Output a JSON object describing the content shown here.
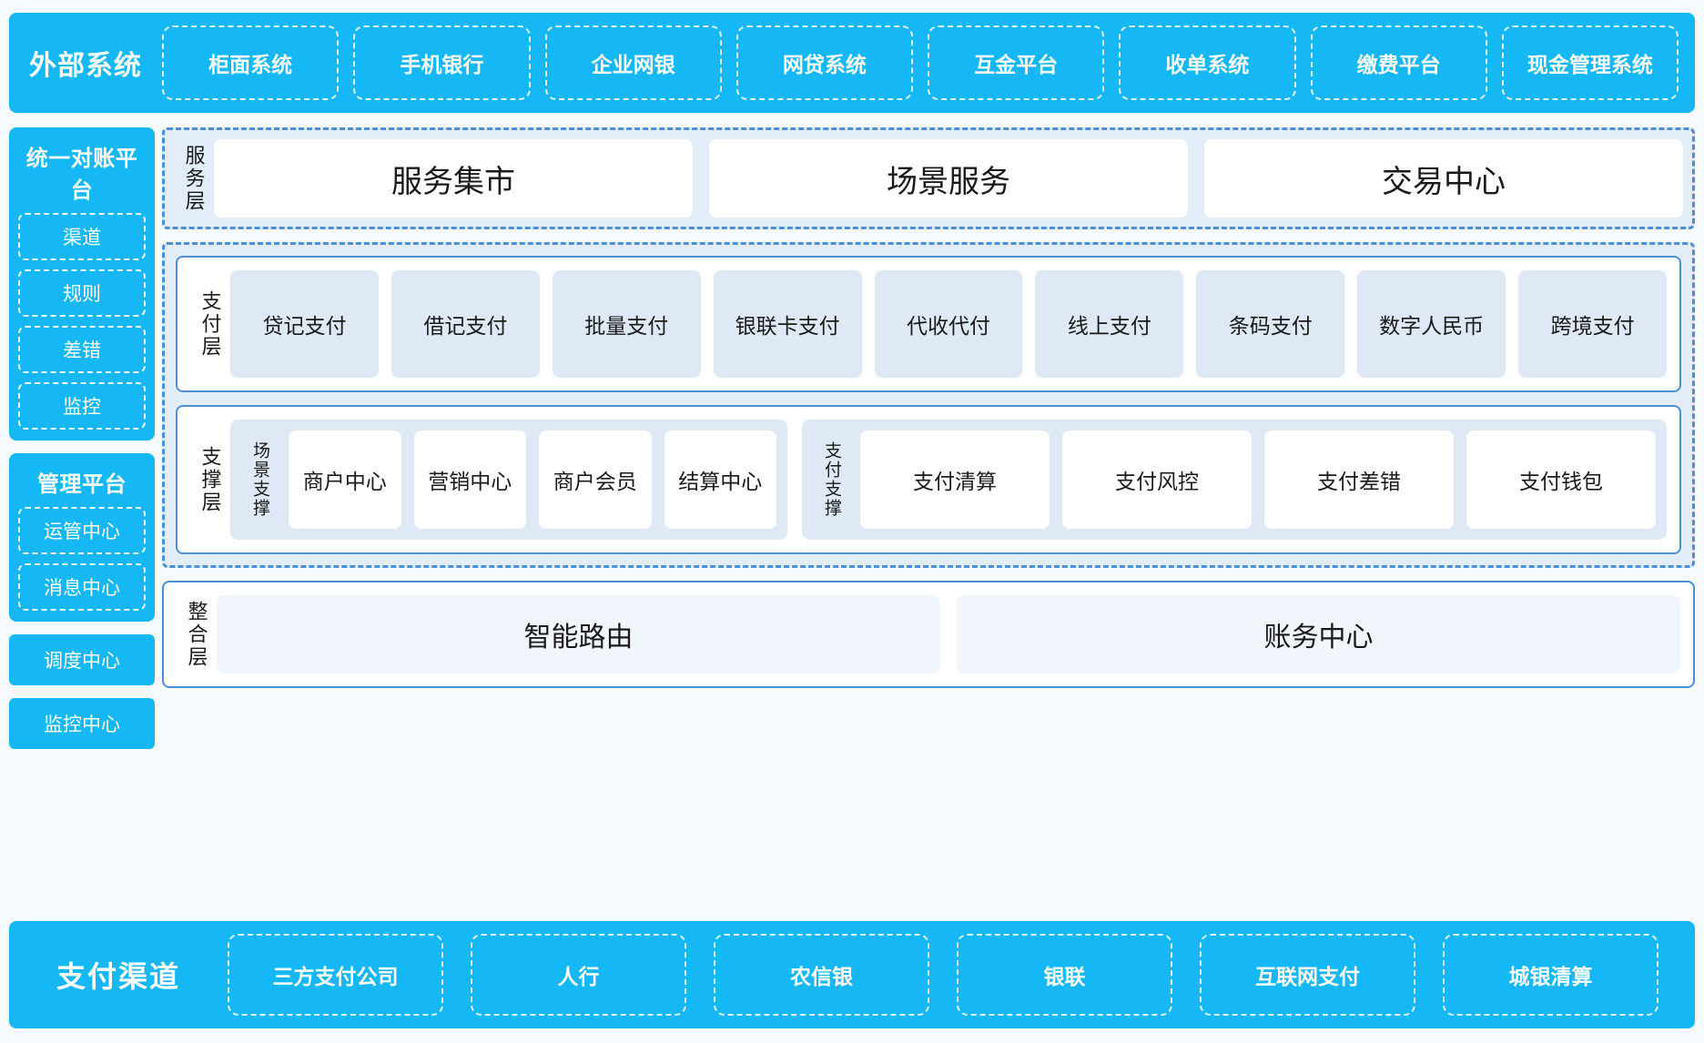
{
  "colors": {
    "brand_blue": "#15b7f5",
    "dash_border": "#4a90d9",
    "panel_fill": "#e2edf9",
    "card_fill": "#dfe9f6",
    "page_bg": "#f7fafd"
  },
  "external_systems": {
    "title": "外部系统",
    "items": [
      "柜面系统",
      "手机银行",
      "企业网银",
      "网贷系统",
      "互金平台",
      "收单系统",
      "缴费平台",
      "现金管理系统"
    ]
  },
  "sidebar": {
    "reconciliation": {
      "title": "统一对账平台",
      "items": [
        "渠道",
        "规则",
        "差错",
        "监控"
      ]
    },
    "management": {
      "title": "管理平台",
      "items": [
        "运管中心",
        "消息中心"
      ]
    },
    "standalone": [
      "调度中心",
      "监控中心"
    ]
  },
  "service_layer": {
    "label": "服务层",
    "items": [
      "服务集市",
      "场景服务",
      "交易中心"
    ]
  },
  "payment_layer": {
    "label": "支付层",
    "items": [
      "贷记支付",
      "借记支付",
      "批量支付",
      "银联卡支付",
      "代收代付",
      "线上支付",
      "条码支付",
      "数字人民币",
      "跨境支付"
    ]
  },
  "support_layer": {
    "label": "支撑层",
    "groups": [
      {
        "label": "场景支撑",
        "items": [
          "商户中心",
          "营销中心",
          "商户会员",
          "结算中心"
        ]
      },
      {
        "label": "支付支撑",
        "items": [
          "支付清算",
          "支付风控",
          "支付差错",
          "支付钱包"
        ]
      }
    ]
  },
  "integration_layer": {
    "label": "整合层",
    "items": [
      "智能路由",
      "账务中心"
    ]
  },
  "payment_channels": {
    "title": "支付渠道",
    "items": [
      "三方支付公司",
      "人行",
      "农信银",
      "银联",
      "互联网支付",
      "城银清算"
    ]
  }
}
